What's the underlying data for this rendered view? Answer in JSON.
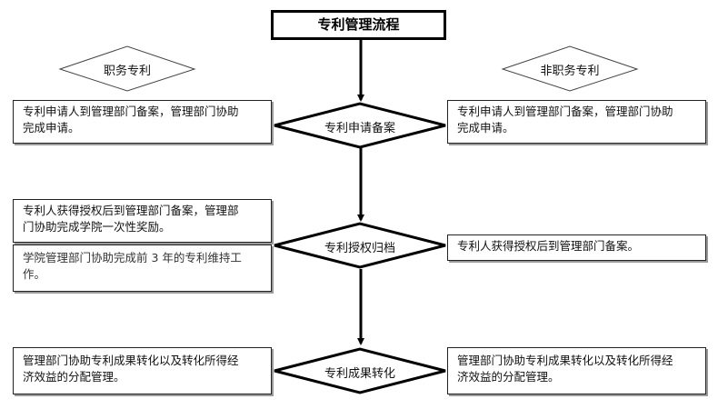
{
  "title": "专利管理流程",
  "side_labels": {
    "left": "职务专利",
    "right": "非职务专利"
  },
  "steps": [
    {
      "label": "专利申请备案",
      "left_lines": [
        "专利申请人到管理部门备案，管理部门协助",
        "完成申请。"
      ],
      "right_lines": [
        "专利申请人到管理部门备案，管理部门协助",
        "完成申请。"
      ]
    },
    {
      "label": "专利授权归档",
      "left_lines": [
        "专利人获得授权后到管理部门备案，管理部",
        "门协助完成学院一次性奖励。"
      ],
      "left_sub_lines": [
        "学院管理部门协助完成前 3 年的专利维持工",
        "作。"
      ],
      "right_lines": [
        "专利人获得授权后到管理部门备案。"
      ]
    },
    {
      "label": "专利成果转化",
      "left_lines": [
        "管理部门协助专利成果转化以及转化所得经",
        "济效益的分配管理。"
      ],
      "right_lines": [
        "管理部门协助专利成果转化以及转化所得经",
        "济效益的分配管理。"
      ]
    }
  ]
}
